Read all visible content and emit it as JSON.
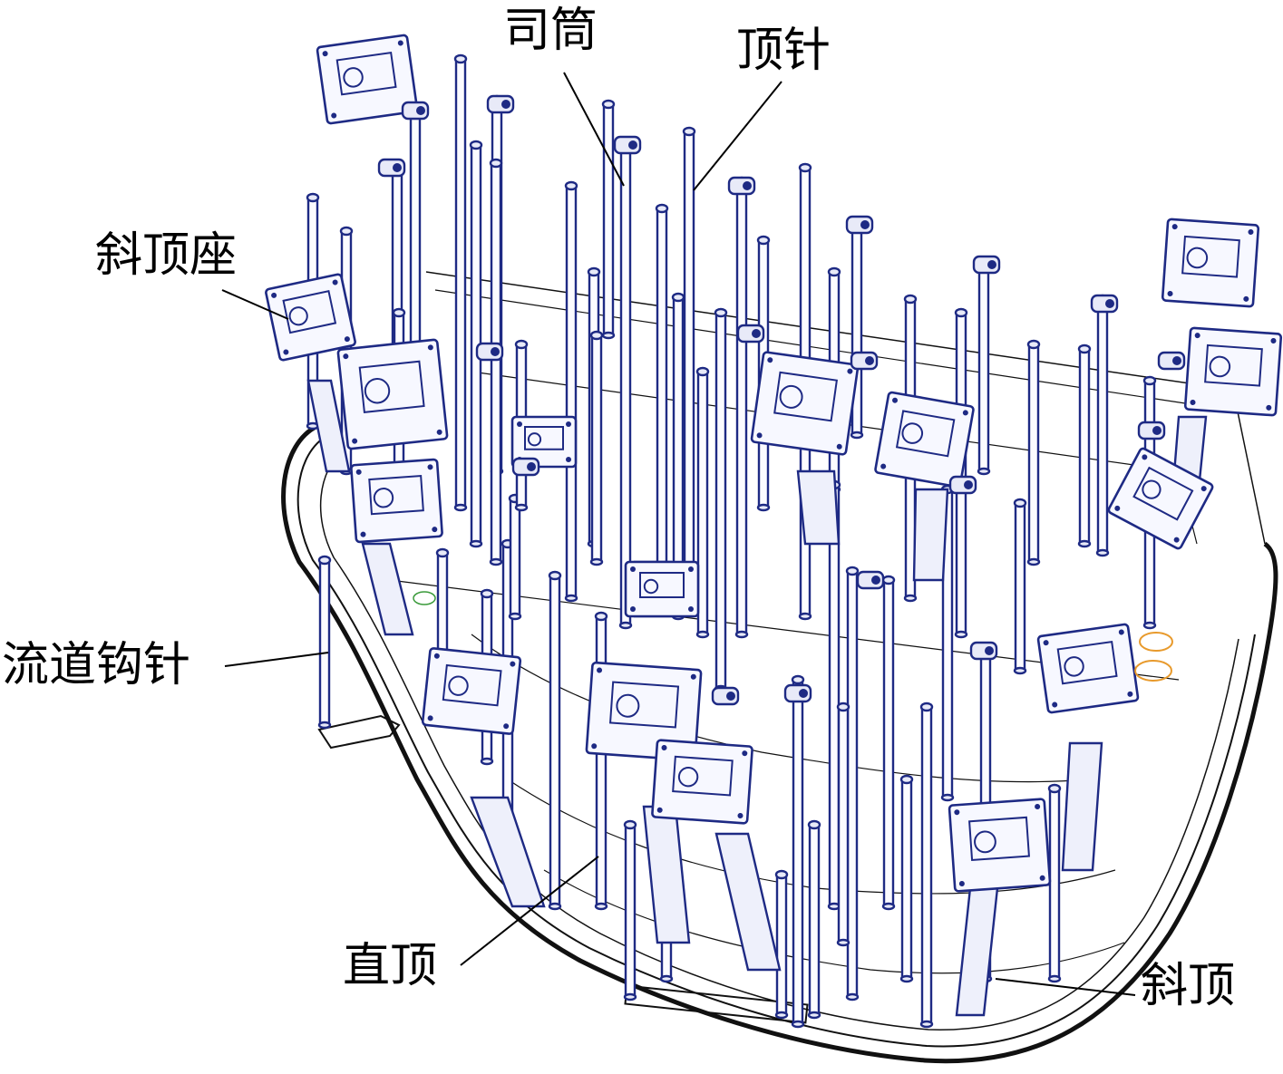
{
  "labels": {
    "sleeve": "司筒",
    "ejector_pin": "顶针",
    "lifter_seat": "斜顶座",
    "runner_puller": "流道钩针",
    "straight_lifter": "直顶",
    "angled_lifter": "斜顶"
  },
  "colors": {
    "parts": "#1e2a84",
    "mold_outline": "#111111",
    "accent": "#e89a2c"
  }
}
